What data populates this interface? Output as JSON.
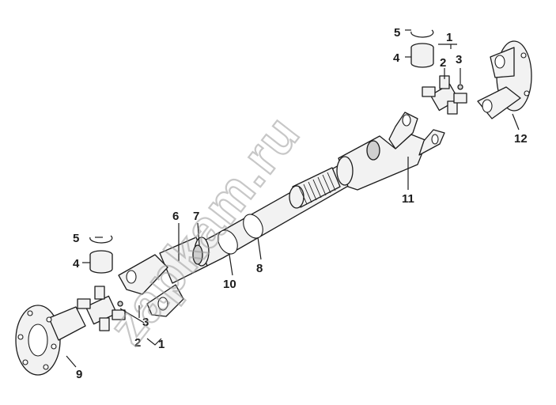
{
  "watermark": "zapkam.ru",
  "callouts": {
    "tr_5": "5",
    "tr_4": "4",
    "tr_1": "1",
    "tr_2": "2",
    "tr_3": "3",
    "tr_12": "12",
    "mid_11": "11",
    "mid_6": "6",
    "mid_7": "7",
    "mid_10": "10",
    "mid_8": "8",
    "bl_5": "5",
    "bl_4": "4",
    "bl_3": "3",
    "bl_2": "2",
    "bl_1": "1",
    "bl_9": "9"
  },
  "colors": {
    "line": "#1c1c1c",
    "fill": "#f2f2f2",
    "watermark": "#9a9a9a"
  }
}
